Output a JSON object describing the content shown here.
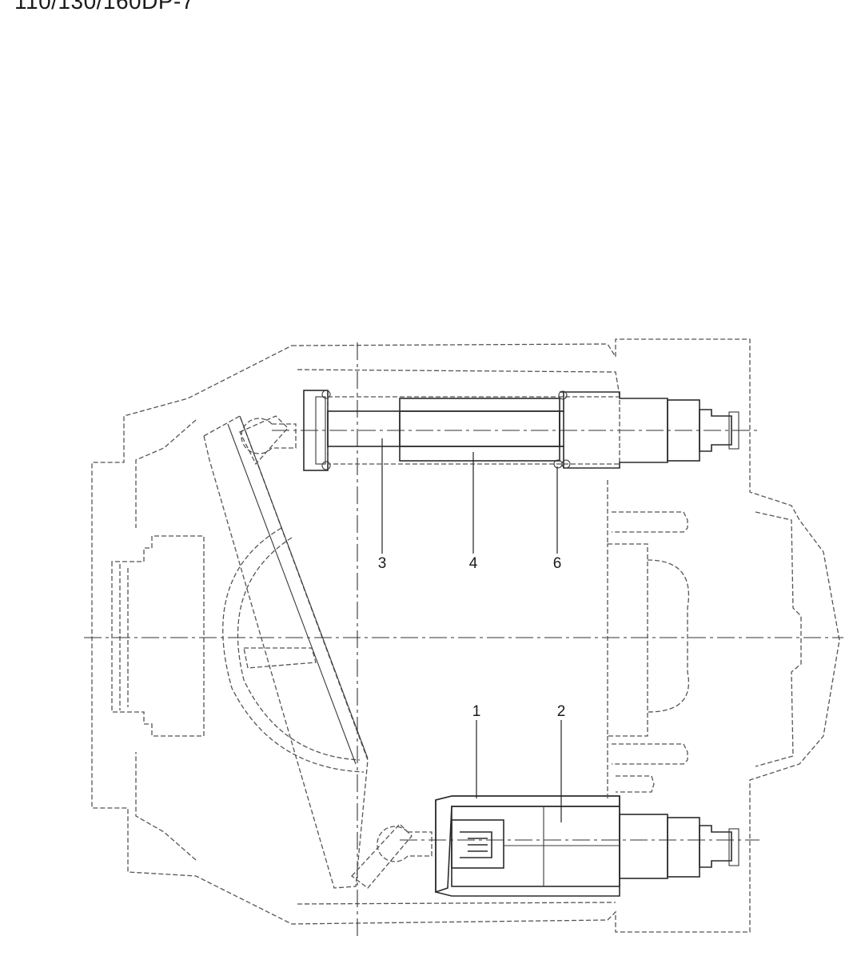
{
  "header": {
    "title": "110/130/160DP-7"
  },
  "callouts": [
    {
      "id": "1",
      "label": "1"
    },
    {
      "id": "2",
      "label": "2"
    },
    {
      "id": "3",
      "label": "3"
    },
    {
      "id": "4",
      "label": "4"
    },
    {
      "id": "6",
      "label": "6"
    }
  ]
}
